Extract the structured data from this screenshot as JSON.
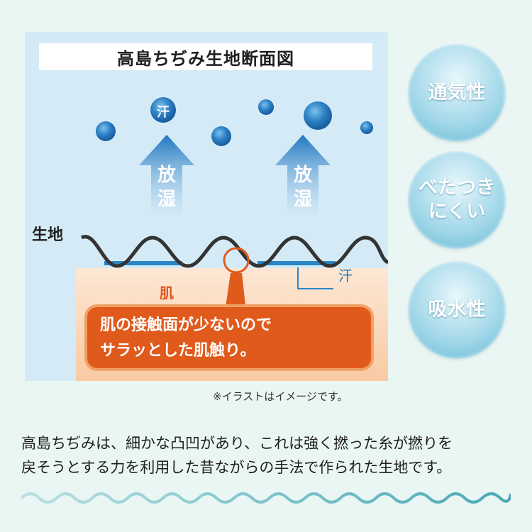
{
  "diagram": {
    "title": "高島ちぢみ生地断面図",
    "fabric_label": "生地",
    "skin_label": "肌",
    "sweat_label": "汗",
    "drop_label": "汗",
    "arrow_labels": [
      "放湿",
      "放湿"
    ],
    "callout_line1": "肌の接触面が少ないので",
    "callout_line2": "サラッとした肌触り。",
    "note": "※イラストはイメージです。"
  },
  "badges": [
    {
      "label": "通気性"
    },
    {
      "label": "べたつき\nにくい"
    },
    {
      "label": "吸水性"
    }
  ],
  "description": {
    "line1": "高島ちぢみは、細かな凸凹があり、これは強く撚った糸が撚りを",
    "line2": "戻そうとする力を利用した昔ながらの手法で作られた生地です。"
  },
  "colors": {
    "accent_orange": "#e05a1c",
    "arrow_blue": "#2a86c8",
    "drop_blue": "#2b7fc4",
    "badge_blue": "#6cbcd6",
    "wave_teal": "#7fc2c9"
  },
  "icons": [
    "sweat-drop-icon",
    "up-arrow-icon",
    "wave-icon",
    "magnifier-circle-icon"
  ]
}
